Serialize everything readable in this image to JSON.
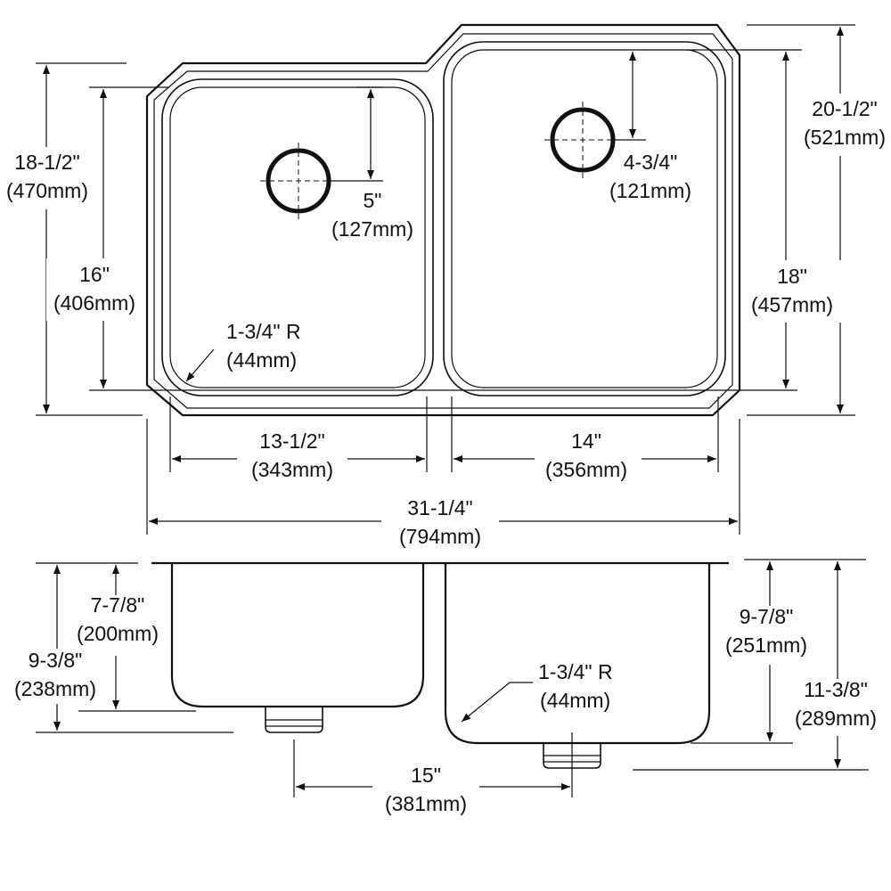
{
  "top_view": {
    "overall_depth_left": {
      "in": "18-1/2\"",
      "mm": "(470mm)"
    },
    "bowl_depth_left": {
      "in": "16\"",
      "mm": "(406mm)"
    },
    "drain_offset_left": {
      "in": "5\"",
      "mm": "(127mm)"
    },
    "corner_radius_top": {
      "in": "1-3/4\" R",
      "mm": "(44mm)"
    },
    "drain_offset_right": {
      "in": "4-3/4\"",
      "mm": "(121mm)"
    },
    "bowl_depth_right": {
      "in": "18\"",
      "mm": "(457mm)"
    },
    "overall_depth_right": {
      "in": "20-1/2\"",
      "mm": "(521mm)"
    },
    "bowl_width_left": {
      "in": "13-1/2\"",
      "mm": "(343mm)"
    },
    "bowl_width_right": {
      "in": "14\"",
      "mm": "(356mm)"
    },
    "overall_width": {
      "in": "31-1/4\"",
      "mm": "(794mm)"
    }
  },
  "side_view": {
    "bowl_height_left": {
      "in": "7-7/8\"",
      "mm": "(200mm)"
    },
    "drain_height_left": {
      "in": "9-3/8\"",
      "mm": "(238mm)"
    },
    "corner_radius_side": {
      "in": "1-3/4\" R",
      "mm": "(44mm)"
    },
    "bowl_height_right": {
      "in": "9-7/8\"",
      "mm": "(251mm)"
    },
    "drain_height_right": {
      "in": "11-3/8\"",
      "mm": "(289mm)"
    },
    "drain_spacing": {
      "in": "15\"",
      "mm": "(381mm)"
    }
  }
}
